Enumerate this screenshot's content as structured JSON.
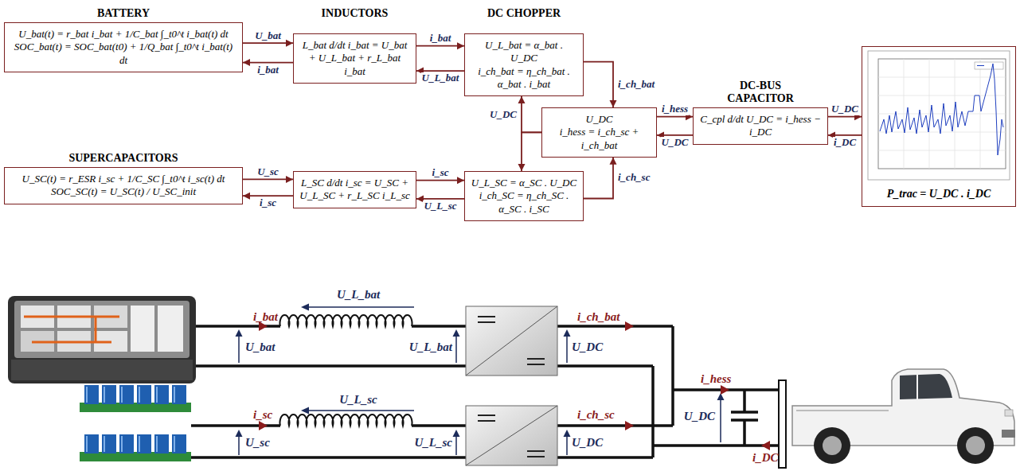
{
  "diagram": {
    "nodes": [
      {
        "text": [
          "BATTERY",
          "U_bat(t) = r_bat i_bat + 1/C_bat ∫_t0^t i_bat(t) dt",
          "SOC_bat(t) = SOC_bat(t0) + 1/Q_bat ∫_t0^t i_bat(t) dt"
        ]
      },
      {
        "text": [
          "INDUCTORS",
          "L_bat d/dt i_bat = U_bat + U_L_bat + r_L_bat i_bat"
        ]
      },
      {
        "text": [
          "DC CHOPPER",
          "U_L_bat = α_bat . U_DC",
          "i_ch_bat = η_ch_bat . α_bat . i_bat"
        ]
      },
      {
        "text": [
          "U_DC",
          "i_hess = i_ch_sc + i_ch_bat"
        ]
      },
      {
        "text": [
          "DC-BUS CAPACITOR",
          "C_cpl d/dt U_DC = i_hess − i_DC"
        ]
      },
      {
        "text": [
          "P_trac = U_DC . i_DC"
        ]
      },
      {
        "text": [
          "SUPERCAPACITORS",
          "U_SC(t) = r_ESR i_sc + 1/C_SC ∫_t0^t i_sc(t) dt",
          "SOC_SC(t) = U_SC(t) / U_SC_init"
        ]
      },
      {
        "text": [
          "L_SC d/dt i_sc = U_SC + U_L_SC + r_L_SC i_L_sc"
        ]
      },
      {
        "text": [
          "U_L_SC = α_SC . U_DC",
          "i_ch_SC = η_ch_SC . α_SC . i_SC"
        ]
      }
    ],
    "edges": [
      {
        "from": 0,
        "to": 1,
        "arrow": "to",
        "label": "U_bat"
      },
      {
        "from": 1,
        "to": 0,
        "arrow": "to",
        "label": "i_bat"
      },
      {
        "from": 1,
        "to": 2,
        "arrow": "to",
        "label": "i_bat"
      },
      {
        "from": 2,
        "to": 1,
        "arrow": "to",
        "label": "U_L_bat"
      },
      {
        "from": 2,
        "to": 3,
        "arrow": "to",
        "label": "i_ch_bat"
      },
      {
        "from": 3,
        "to": 2,
        "arrow": "to",
        "label": "U_DC"
      },
      {
        "from": 3,
        "to": 8,
        "arrow": "to"
      },
      {
        "from": 3,
        "to": 4,
        "arrow": "to",
        "label": "i_hess"
      },
      {
        "from": 4,
        "to": 3,
        "arrow": "to",
        "label": "U_DC"
      },
      {
        "from": 4,
        "to": 5,
        "arrow": "to",
        "label": "U_DC"
      },
      {
        "from": 5,
        "to": 4,
        "arrow": "to",
        "label": "i_DC"
      },
      {
        "from": 6,
        "to": 7,
        "arrow": "to",
        "label": "U_sc"
      },
      {
        "from": 7,
        "to": 6,
        "arrow": "to",
        "label": "i_sc"
      },
      {
        "from": 7,
        "to": 8,
        "arrow": "to",
        "label": "i_sc"
      },
      {
        "from": 8,
        "to": 7,
        "arrow": "to",
        "label": "U_L_sc"
      },
      {
        "from": 8,
        "to": 3,
        "arrow": "to",
        "label": "i_ch_sc"
      }
    ],
    "labels": [
      "U_L_bat",
      "i_bat",
      "U_bat",
      "U_L_bat",
      "i_ch_bat",
      "U_DC",
      "i_hess",
      "U_L_sc",
      "i_sc",
      "U_DC",
      "U_sc",
      "U_L_sc",
      "i_ch_sc",
      "U_DC",
      "i_DC"
    ]
  }
}
